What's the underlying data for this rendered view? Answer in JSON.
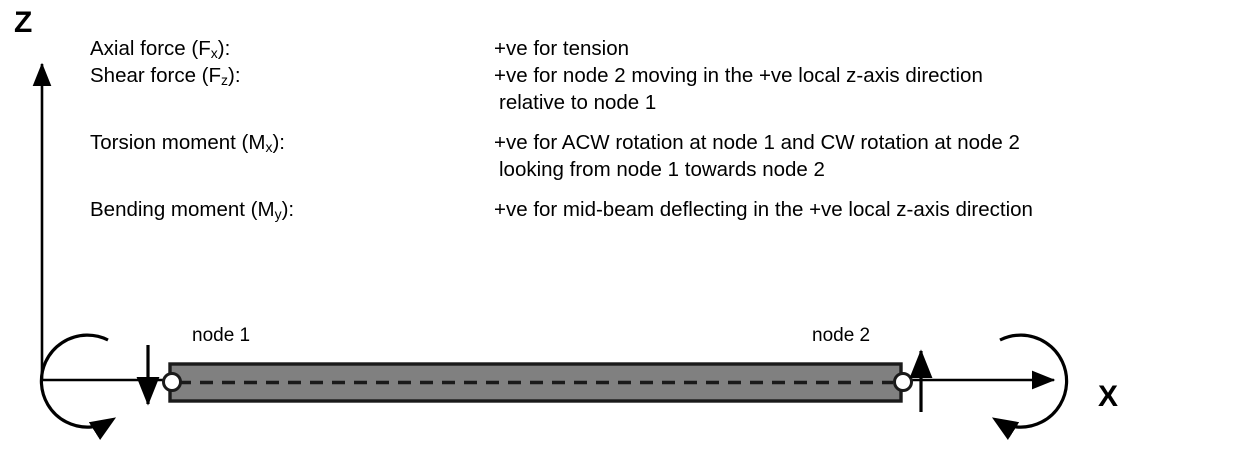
{
  "diagram": {
    "title_axes": {
      "z_label": "Z",
      "x_label": "X"
    },
    "definitions": [
      {
        "term": "Axial force (F",
        "term_sub": "x",
        "term_tail": "):",
        "description": "+ve for tension",
        "continuation": ""
      },
      {
        "term": "Shear force (F",
        "term_sub": "z",
        "term_tail": "):",
        "description": "+ve for node 2 moving in the +ve local z-axis direction",
        "continuation": "relative to node 1"
      },
      {
        "term": "Torsion moment (M",
        "term_sub": "x",
        "term_tail": "):",
        "description": "+ve for ACW rotation at node 1 and CW rotation at node 2",
        "continuation": "looking from node 1 towards node 2"
      },
      {
        "term": "Bending moment (M",
        "term_sub": "y",
        "term_tail": "):",
        "description": "+ve for mid-beam deflecting in the +ve local z-axis direction",
        "continuation": ""
      }
    ],
    "beam": {
      "node1_label": "node 1",
      "node2_label": "node 2",
      "fill_color": "#808080",
      "stroke_color": "#1a1a1a",
      "centerline_style": "dashed",
      "node_marker_fill": "#ffffff"
    },
    "annotations": {
      "node1_shear_arrow": "down-arrow",
      "node2_shear_arrow": "up-arrow",
      "node1_moment_arc": "acw-moment-arc",
      "node2_moment_arc": "cw-moment-arc",
      "axis_line_color": "#000000"
    }
  }
}
